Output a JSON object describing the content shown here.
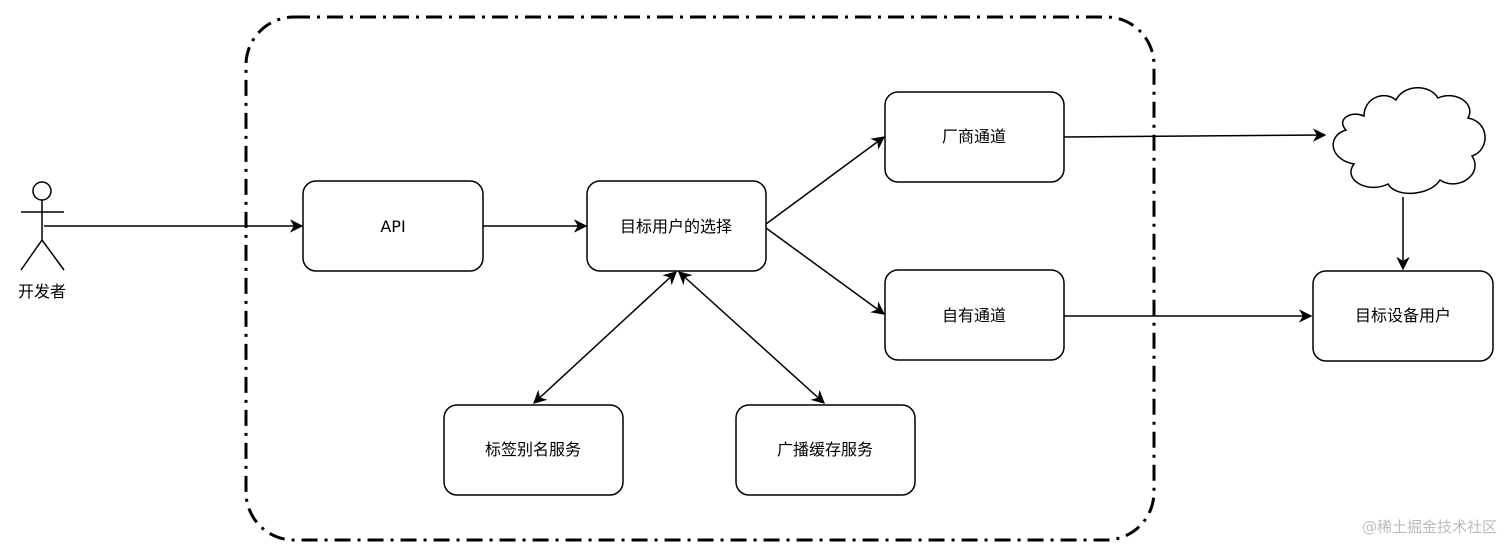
{
  "actor": {
    "label": "开发者",
    "icon": "stick-figure-icon"
  },
  "nodes": {
    "api": "API",
    "target_selection": "目标用户的选择",
    "vendor_channel": "厂商通道",
    "own_channel": "自有通道",
    "tag_alias_service": "标签别名服务",
    "broadcast_cache_service": "广播缓存服务",
    "target_device_user": "目标设备用户"
  },
  "cloud": {
    "icon": "cloud-icon"
  },
  "watermark": "@稀土掘金技术社区",
  "colors": {
    "stroke": "#000000",
    "fill": "#ffffff",
    "watermark": "#b9bcc2"
  }
}
